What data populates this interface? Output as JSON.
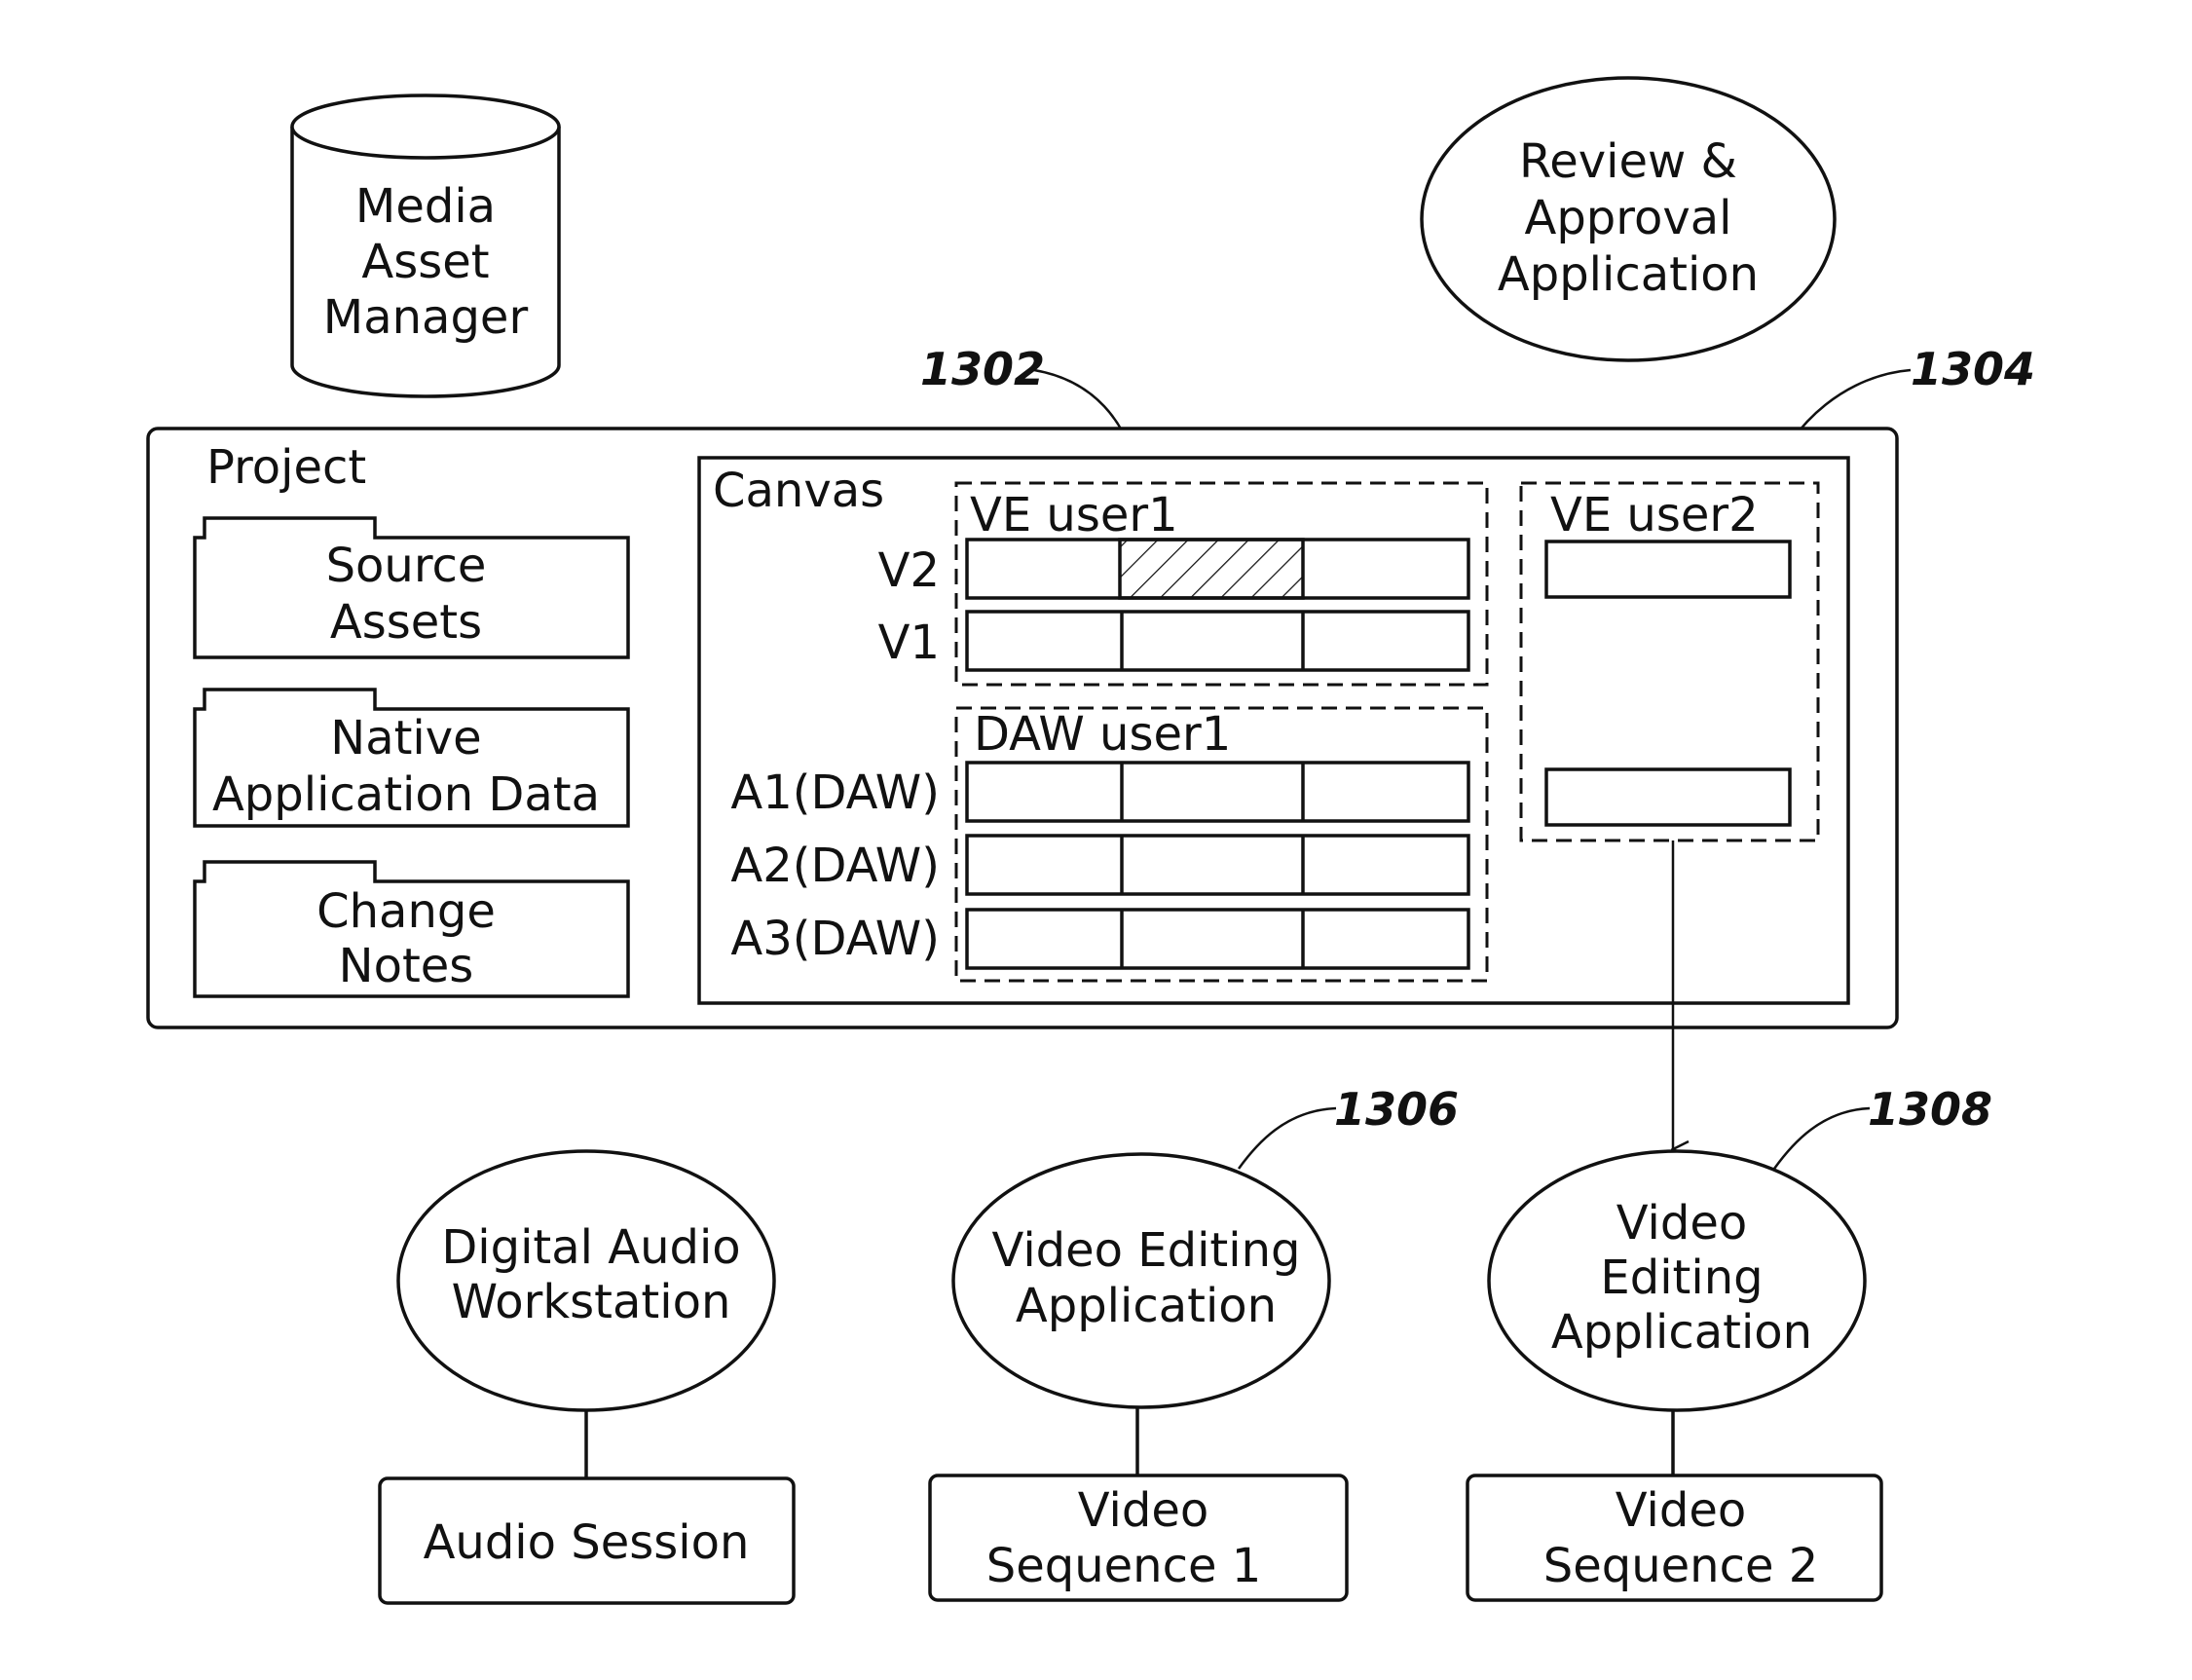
{
  "media_asset_manager": {
    "line1": "Media",
    "line2": "Asset",
    "line3": "Manager"
  },
  "review_app": {
    "line1": "Review &",
    "line2": "Approval",
    "line3": "Application"
  },
  "refs": {
    "r1302": "1302",
    "r1304": "1304",
    "r1306": "1306",
    "r1308": "1308"
  },
  "project": {
    "title": "Project",
    "folders": [
      {
        "line1": "Source",
        "line2": "Assets"
      },
      {
        "line1": "Native",
        "line2": "Application Data"
      },
      {
        "line1": "Change",
        "line2": "Notes"
      }
    ]
  },
  "canvas": {
    "title": "Canvas",
    "ve_user1": "VE user1",
    "daw_user1": "DAW user1",
    "ve_user2": "VE user2",
    "tracks": {
      "v2": "V2",
      "v1": "V1",
      "a1": "A1(DAW)",
      "a2": "A2(DAW)",
      "a3": "A3(DAW)"
    }
  },
  "apps": {
    "daw": {
      "line1": "Digital Audio",
      "line2": "Workstation"
    },
    "vea1": {
      "line1": "Video Editing",
      "line2": "Application"
    },
    "vea2": {
      "line1": "Video",
      "line2": "Editing",
      "line3": "Application"
    }
  },
  "outputs": {
    "audio": {
      "line1": "Audio Session"
    },
    "seq1": {
      "line1": "Video",
      "line2": "Sequence 1"
    },
    "seq2": {
      "line1": "Video",
      "line2": "Sequence 2"
    }
  }
}
